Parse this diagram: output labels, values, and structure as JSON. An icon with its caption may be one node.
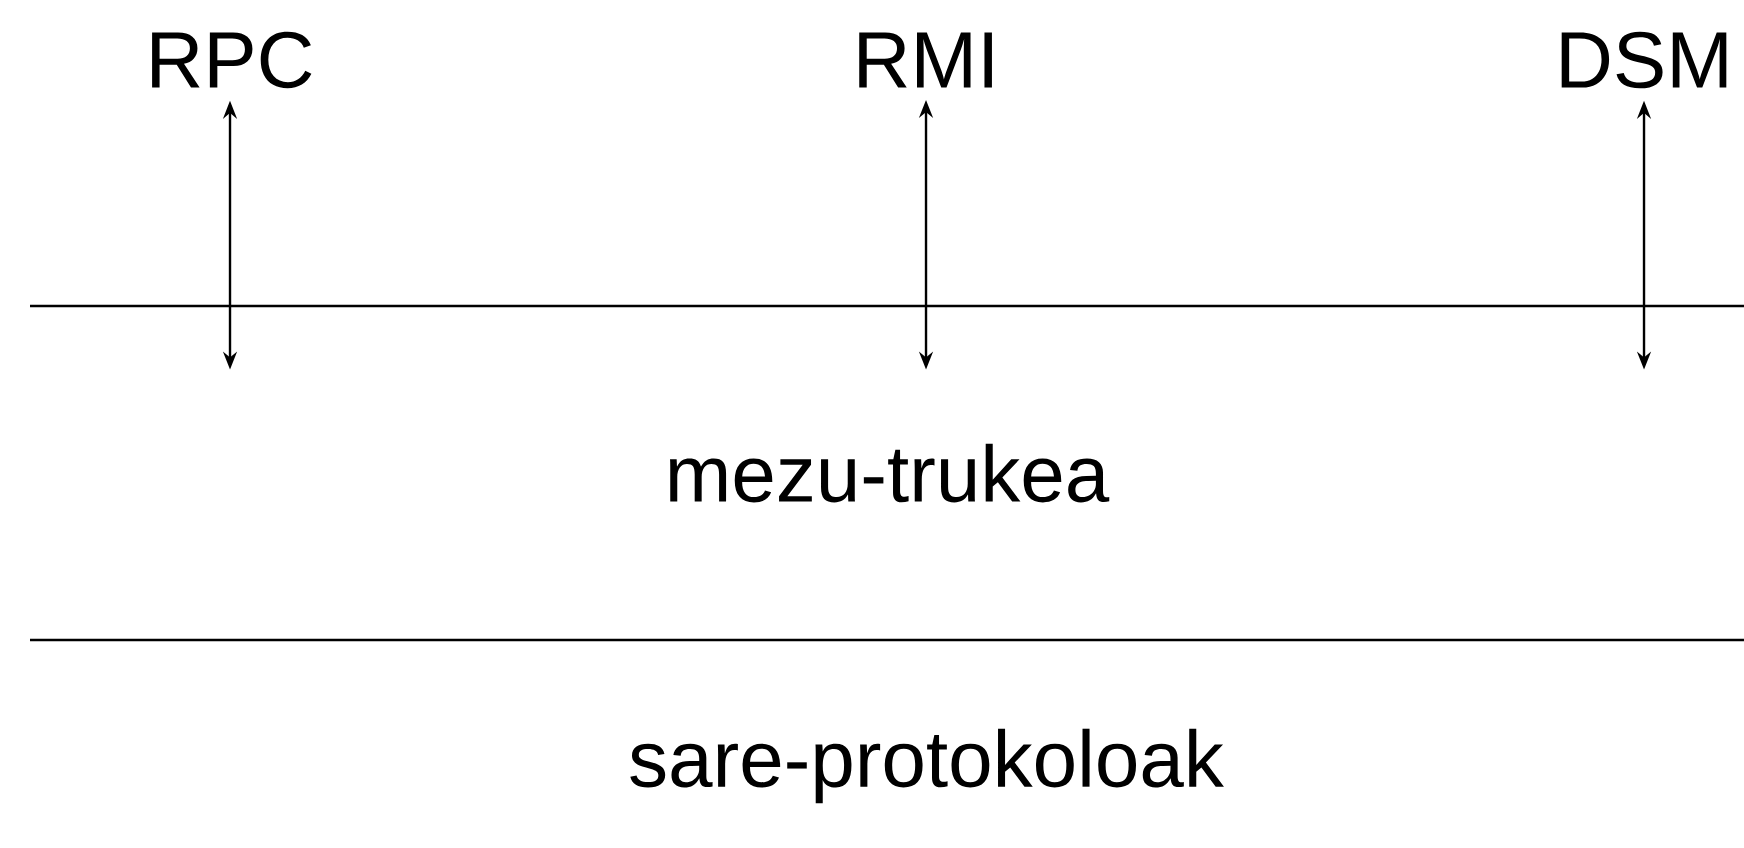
{
  "diagram": {
    "nodes": [
      {
        "text": [
          "RPC"
        ]
      },
      {
        "text": [
          "RMI"
        ]
      },
      {
        "text": [
          "DSM"
        ]
      },
      {
        "text": [
          "mezu-trukea"
        ]
      }
    ],
    "edges": [
      {
        "from": 0,
        "to": 3,
        "arrow": "both"
      },
      {
        "from": 1,
        "to": 3,
        "arrow": "both"
      },
      {
        "from": 2,
        "to": 3,
        "arrow": "both"
      }
    ],
    "labels": [
      "sare-protokoloak"
    ]
  }
}
